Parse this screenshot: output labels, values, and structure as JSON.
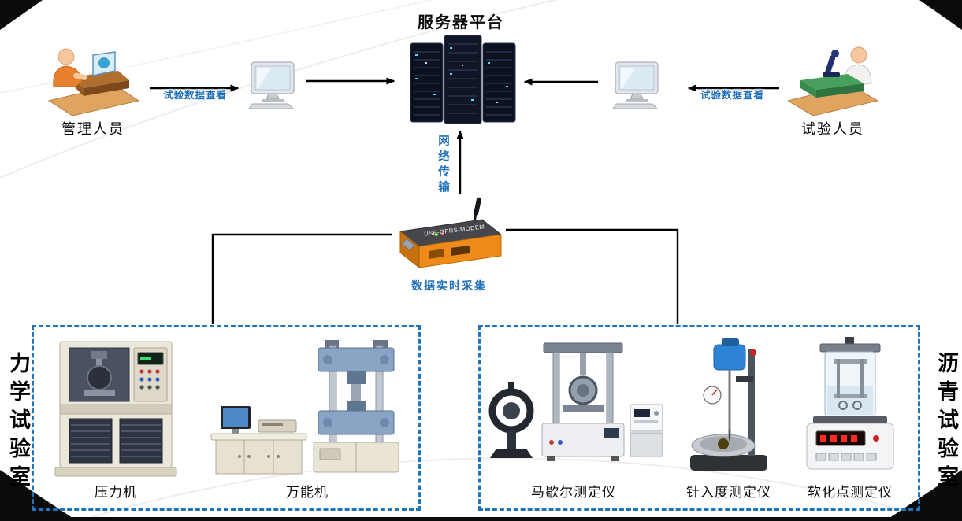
{
  "title": "服务器平台",
  "manager": {
    "label": "管理人员",
    "arrow_label": "试验数据查看"
  },
  "tester": {
    "label": "试验人员",
    "arrow_label": "试验数据查看"
  },
  "network": {
    "transmission_label": "网络传输",
    "collection_label": "数据实时采集",
    "modem_text": "USB-GPRS-MODEM"
  },
  "mechanics_lab": {
    "side_label": "力学试验室",
    "equipment": [
      {
        "label": "压力机"
      },
      {
        "label": "万能机"
      }
    ]
  },
  "asphalt_lab": {
    "side_label": "沥青试验室",
    "equipment": [
      {
        "label": "马歇尔测定仪"
      },
      {
        "label": "针入度测定仪"
      },
      {
        "label": "软化点测定仪"
      }
    ]
  },
  "colors": {
    "accent_blue": "#1e6fb8",
    "dashed_border": "#1e75bb",
    "modem_orange": "#ee8a1a",
    "connector_black": "#000000"
  }
}
